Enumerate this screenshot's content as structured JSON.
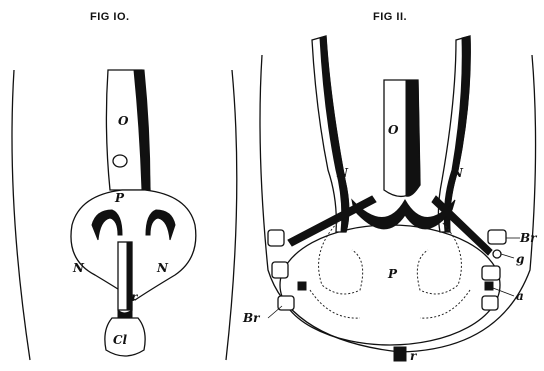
{
  "figures": [
    {
      "title": "FIG IO.",
      "labels": {
        "o": "O",
        "p": "P",
        "n_left": "N",
        "n_right": "N",
        "r": "r",
        "cl": "Cl"
      }
    },
    {
      "title": "FIG II.",
      "labels": {
        "o": "O",
        "p": "P",
        "n_left": "N",
        "n_right": "N",
        "br_right": "Br",
        "br_left": "Br",
        "g": "g",
        "a": "a",
        "r": "r"
      }
    }
  ]
}
